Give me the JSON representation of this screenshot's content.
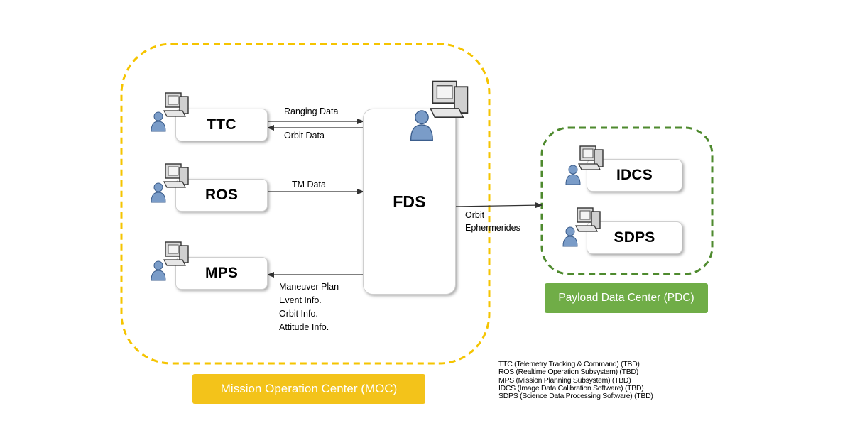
{
  "nodes": {
    "ttc": "TTC",
    "ros": "ROS",
    "mps": "MPS",
    "fds": "FDS",
    "idcs": "IDCS",
    "sdps": "SDPS"
  },
  "edges": {
    "ranging_data": "Ranging Data",
    "orbit_data": "Orbit Data",
    "tm_data": "TM Data",
    "orbit_ephemerides_1": "Orbit",
    "orbit_ephemerides_2": "Ephermerides",
    "mps_lines": [
      "Maneuver Plan",
      "Event Info.",
      "Orbit Info.",
      "Attitude Info."
    ]
  },
  "groups": {
    "moc": "Mission Operation Center (MOC)",
    "pdc": "Payload Data Center (PDC)"
  },
  "legend": [
    "TTC (Telemetry Tracking & Command) (TBD)",
    "ROS (Realtime Operation Subsystem) (TBD)",
    "MPS (Mission Planning Subsystem) (TBD)",
    "IDCS (Image Data Calibration Software) (TBD)",
    "SDPS (Science Data Processing Software) (TBD)"
  ],
  "colors": {
    "moc_border": "#F5C400",
    "moc_tag": "#F3C31A",
    "pdc_border": "#4E8A2E",
    "pdc_tag": "#70AD47",
    "arrow": "#333333"
  }
}
